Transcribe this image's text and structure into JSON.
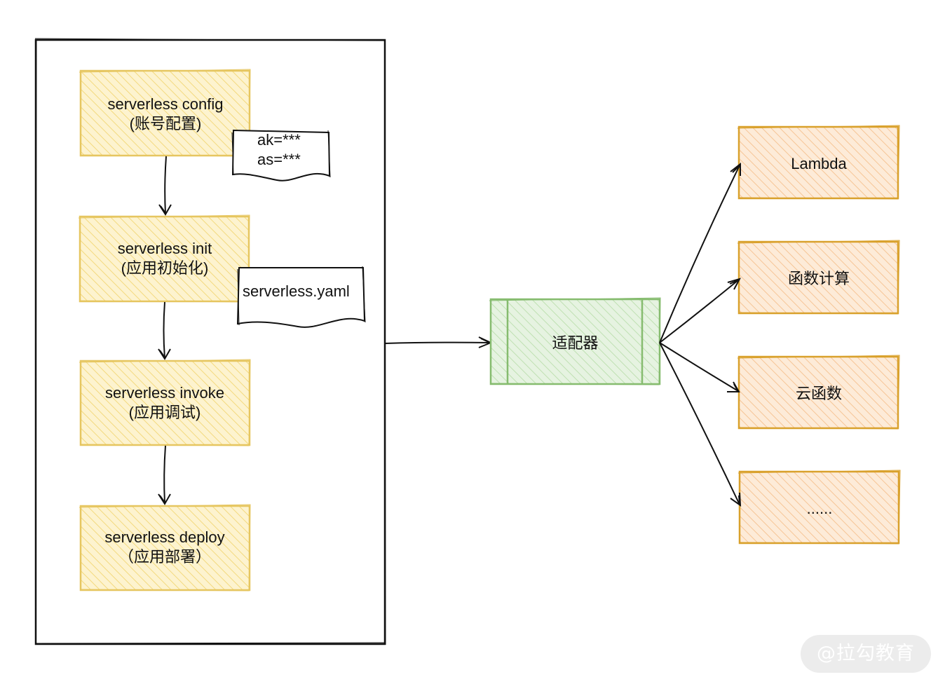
{
  "steps": [
    {
      "command": "serverless config",
      "desc": "(账号配置)"
    },
    {
      "command": "serverless init",
      "desc": "(应用初始化)"
    },
    {
      "command": "serverless invoke",
      "desc": "(应用调试)"
    },
    {
      "command": "serverless deploy",
      "desc": "（应用部署）"
    }
  ],
  "notes": {
    "credentials": {
      "line1": "ak=***",
      "line2": "as=***"
    },
    "config_file": "serverless.yaml"
  },
  "adapter": {
    "label": "适配器"
  },
  "targets": [
    {
      "label": "Lambda"
    },
    {
      "label": "函数计算"
    },
    {
      "label": "云函数"
    },
    {
      "label": "......"
    }
  ],
  "watermark": "@拉勾教育",
  "colors": {
    "step_fill": "#fdf0c4",
    "step_stroke": "#e6c660",
    "target_fill": "#fde4cc",
    "target_stroke": "#d9a12c",
    "adapter_fill": "#dbefd4",
    "adapter_stroke": "#86bc6f",
    "line": "#111111"
  }
}
